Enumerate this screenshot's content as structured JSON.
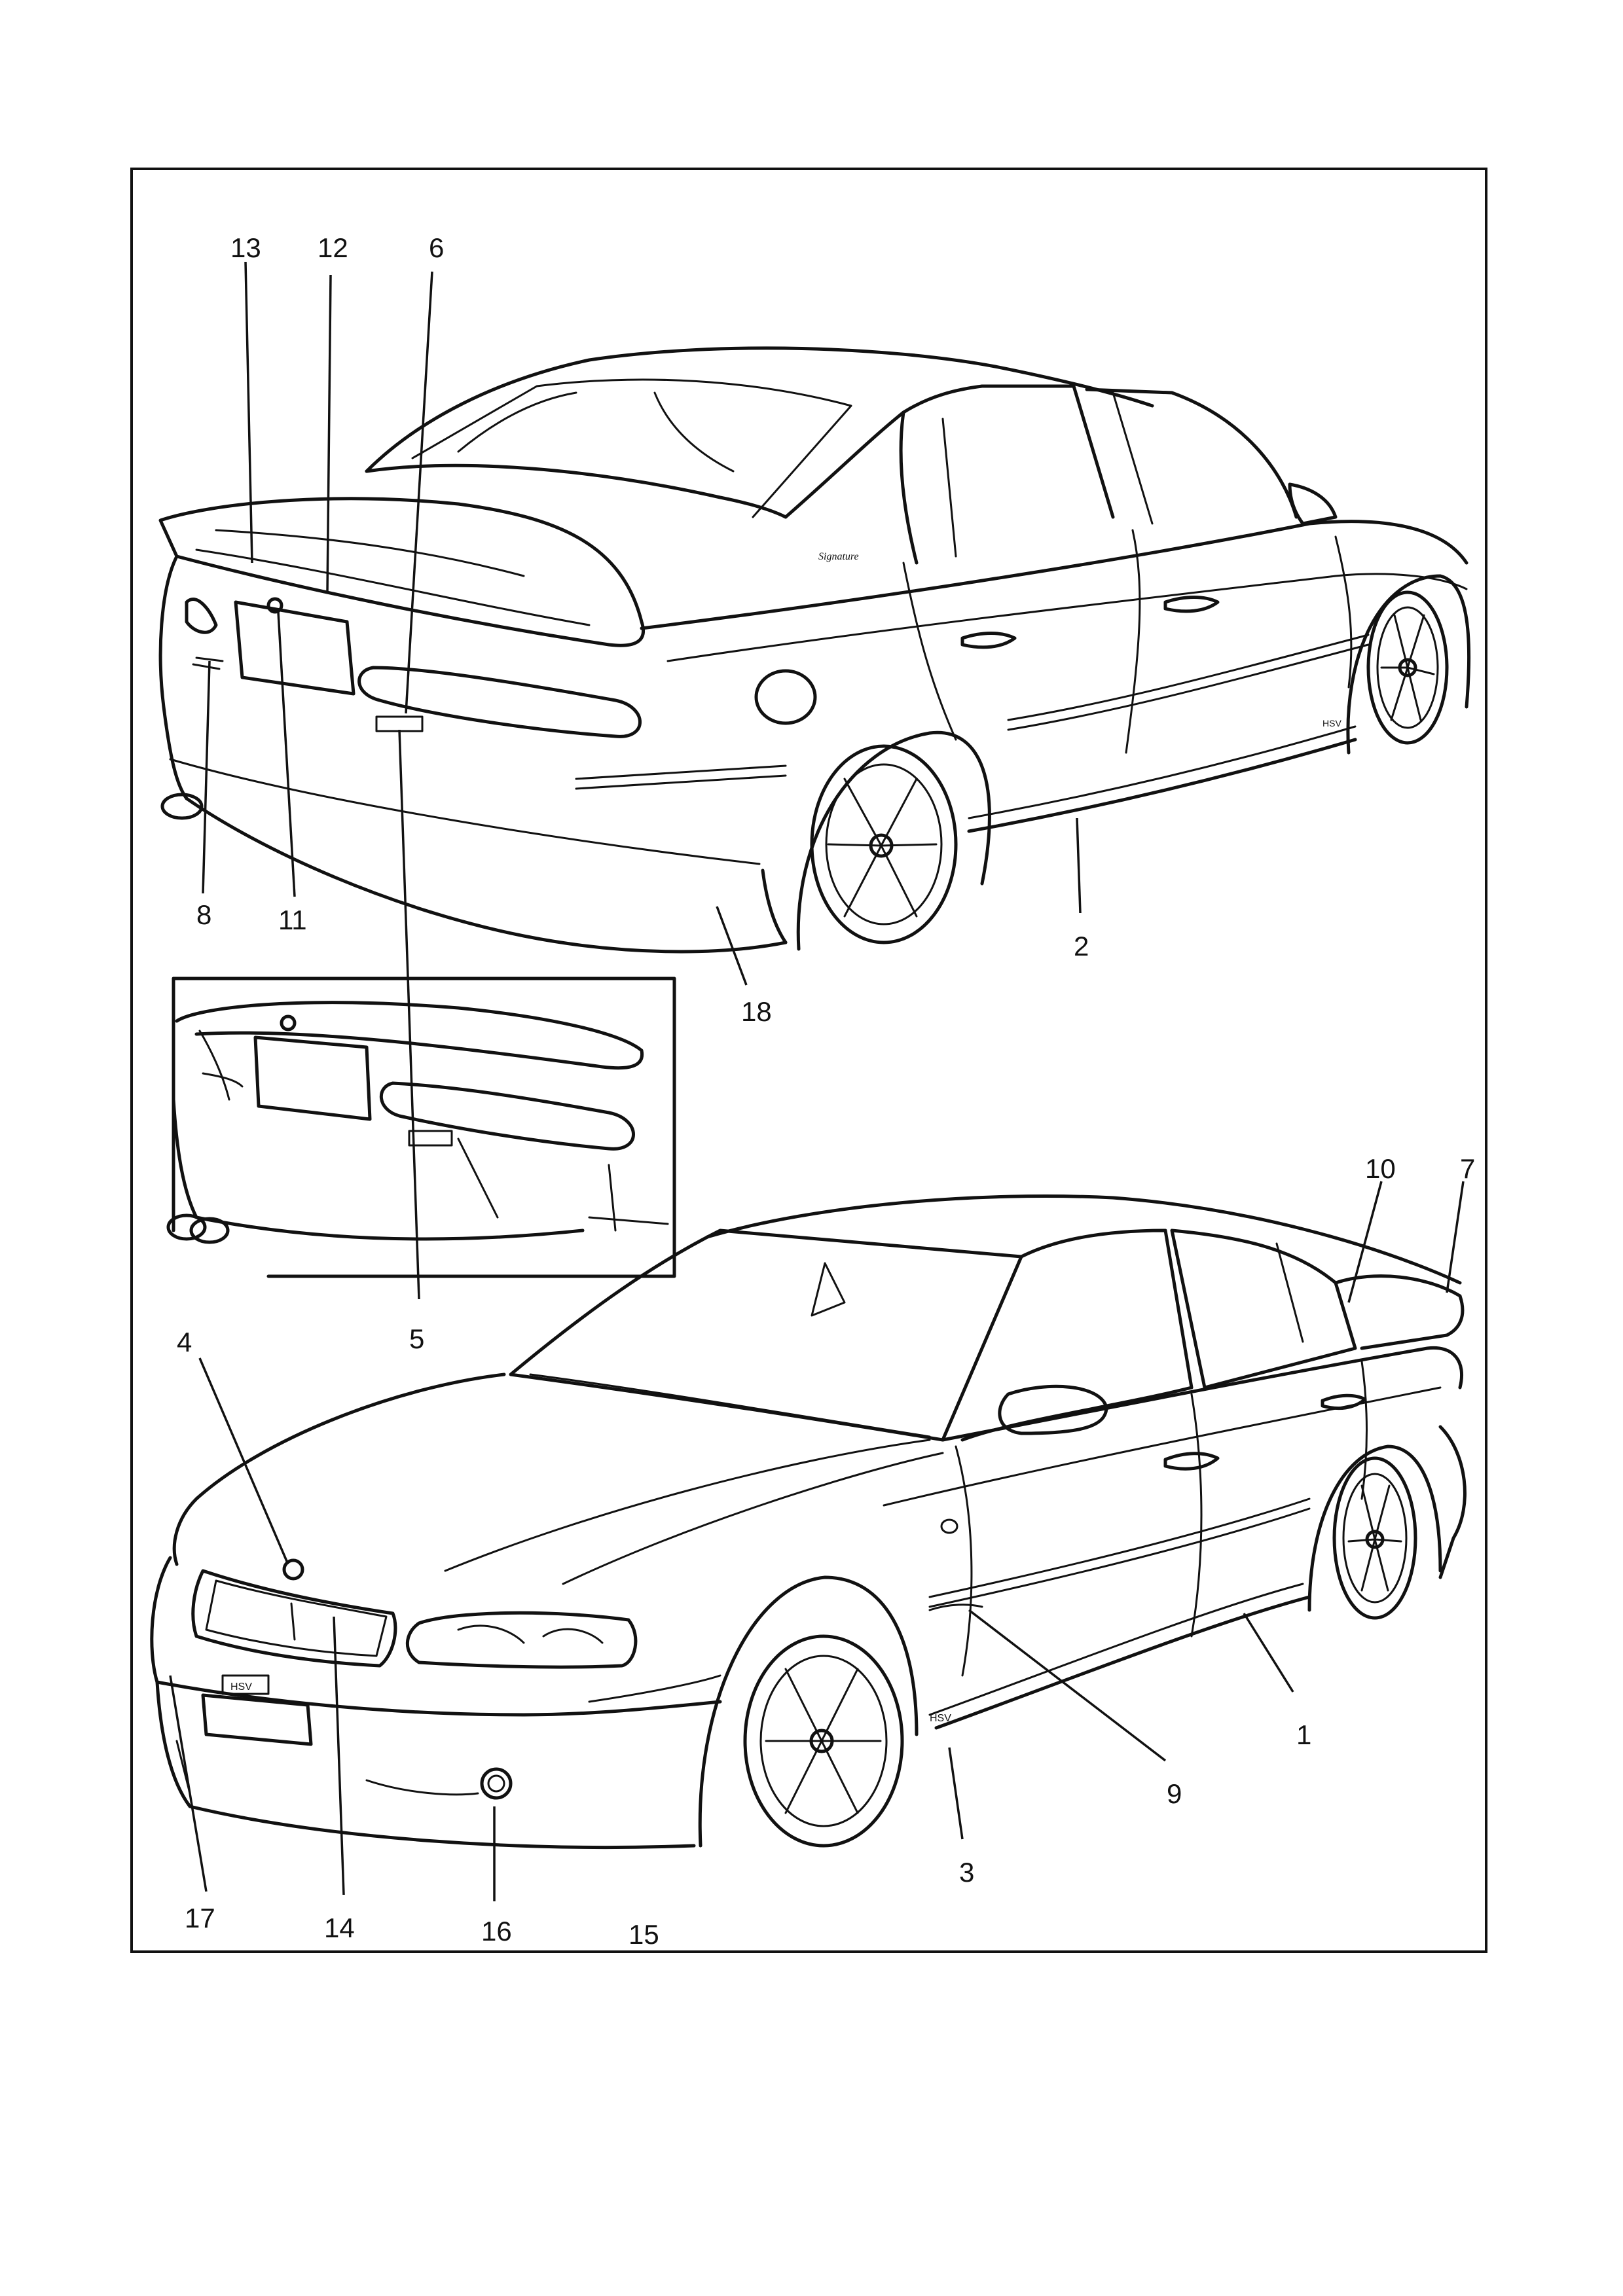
{
  "figure": {
    "kind": "vehicle body parts diagram",
    "views": [
      "rear three-quarter view",
      "rear detail inset",
      "front three-quarter view"
    ],
    "badge_text": {
      "front_bumper": "HSV",
      "side_decal_front": "HSV",
      "side_decal_rear": "HSV",
      "rear_script": "Signature"
    },
    "callouts": [
      {
        "id": "1",
        "label": "1"
      },
      {
        "id": "2",
        "label": "2"
      },
      {
        "id": "3",
        "label": "3"
      },
      {
        "id": "4",
        "label": "4"
      },
      {
        "id": "5",
        "label": "5"
      },
      {
        "id": "6",
        "label": "6"
      },
      {
        "id": "7",
        "label": "7"
      },
      {
        "id": "8",
        "label": "8"
      },
      {
        "id": "9",
        "label": "9"
      },
      {
        "id": "10",
        "label": "10"
      },
      {
        "id": "11",
        "label": "11"
      },
      {
        "id": "12",
        "label": "12"
      },
      {
        "id": "13",
        "label": "13"
      },
      {
        "id": "14",
        "label": "14"
      },
      {
        "id": "15",
        "label": "15"
      },
      {
        "id": "16",
        "label": "16"
      },
      {
        "id": "17",
        "label": "17"
      },
      {
        "id": "18",
        "label": "18"
      }
    ]
  },
  "colors": {
    "ink": "#111111",
    "paper": "#ffffff"
  }
}
